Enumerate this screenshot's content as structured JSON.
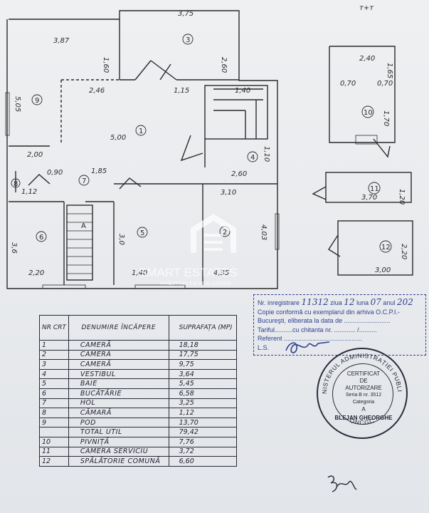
{
  "plan": {
    "dims": {
      "r3_w": "3,75",
      "r3_h": "2,60",
      "r9_w": "3,87",
      "r9_h": "5,05",
      "r9_side": "1,60",
      "d_246": "2,46",
      "d_115": "1,15",
      "d_140": "1,40",
      "r1_w": "5,00",
      "d_200": "2,00",
      "d_090": "0,90",
      "d_185": "1,85",
      "d_260": "2,60",
      "d_110": "1,10",
      "d_310": "3,10",
      "r8_w": "1,12",
      "r6_h": "3,6",
      "r6_w": "2,20",
      "r5_h": "3,0",
      "r5_w": "1,40",
      "r2_w": "4,35",
      "r2_h": "4,03",
      "r10_w": "2,40",
      "r10_a": "0,70",
      "r10_b": "0,70",
      "r10_side": "1,65",
      "r10_h": "1,70",
      "r11_w": "3,70",
      "r11_h": "1,20",
      "r12_w": "3,00",
      "r12_h": "2,20",
      "top_note": "ᴛ+ᴛ"
    },
    "rooms": {
      "r1": "1",
      "r2": "2",
      "r3": "3",
      "r4": "4",
      "r5": "5",
      "r6": "6",
      "r7": "7",
      "r8": "8",
      "r9": "9",
      "r10": "10",
      "r11": "11",
      "r12": "12"
    },
    "stair_mark": "A"
  },
  "watermark": {
    "brand": "SMART ESTATES",
    "tagline": "INVESTMENT & REAL ESTATE"
  },
  "stamp": {
    "line1_label": "Nr. inregistrare",
    "line1_nr": "11312",
    "line1_ziua": "ziua",
    "line1_day": "12",
    "line1_luna": "luna",
    "line1_month": "07",
    "line1_anul": "anul",
    "line1_year": "202",
    "line2": "Copie conformă cu exemplarul din arhiva O.C.P.I.-",
    "line3": "Bucureşti, eliberata la data de",
    "line4_a": "Tariful",
    "line4_b": "cu chitanta nr.",
    "line5": "Referent",
    "line6": "L.S."
  },
  "table": {
    "headers": {
      "nr": "NR CRT",
      "name": "DENUMIRE ÎNCĂPERE",
      "area": "SUPRAFAȚA (MP)"
    },
    "rows": [
      {
        "nr": "1",
        "name": "CAMERĂ",
        "area": "18,18"
      },
      {
        "nr": "2",
        "name": "CAMERĂ",
        "area": "17,75"
      },
      {
        "nr": "3",
        "name": "CAMERĂ",
        "area": "9,75"
      },
      {
        "nr": "4",
        "name": "VESTIBUL",
        "area": "3,64"
      },
      {
        "nr": "5",
        "name": "BAIE",
        "area": "5,45"
      },
      {
        "nr": "6",
        "name": "BUCĂTĂRIE",
        "area": "6,58"
      },
      {
        "nr": "7",
        "name": "HOL",
        "area": "3,25"
      },
      {
        "nr": "8",
        "name": "CĂMARĂ",
        "area": "1,12"
      },
      {
        "nr": "9",
        "name": "POD",
        "area": "13,70"
      },
      {
        "nr": "",
        "name": "TOTAL UTIL",
        "area": "79,42"
      },
      {
        "nr": "10",
        "name": "PIVNIȚĂ",
        "area": "7,76"
      },
      {
        "nr": "11",
        "name": "CAMERĂ SERVICIU",
        "area": "3,72"
      },
      {
        "nr": "12",
        "name": "SPĂLĂTORIE COMUNĂ",
        "area": "6,60"
      }
    ]
  },
  "seal": {
    "ring_top": "MINISTERUL ADMINISTRAȚIEI PUBLICE",
    "l1": "CERTIFICAT",
    "l2": "DE",
    "l3": "AUTORIZARE",
    "l4": "Seria B nr. 3512",
    "l5": "Categoria",
    "l6": "A",
    "name": "BLEJAN GHEORGHE",
    "ring_bottom": "ONCGC"
  }
}
